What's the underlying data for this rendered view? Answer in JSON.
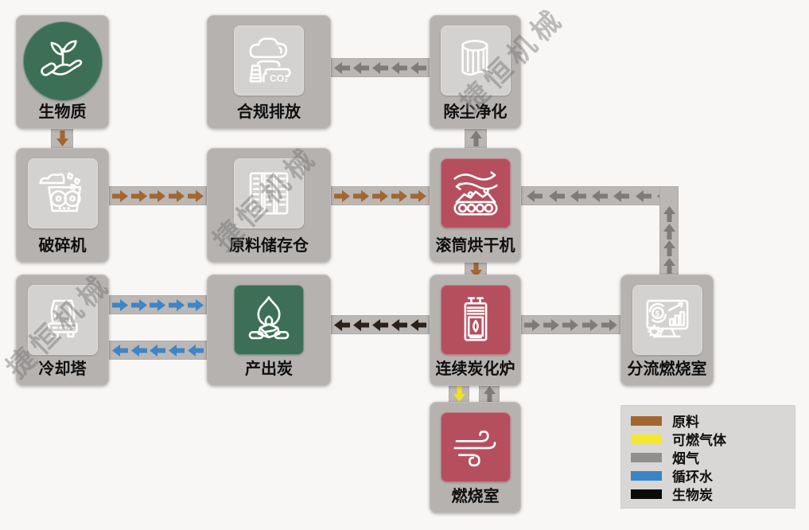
{
  "watermark": {
    "text": "捷恒机械"
  },
  "nodes": {
    "biomass": {
      "label": "生物质"
    },
    "crusher": {
      "label": "破碎机"
    },
    "emission": {
      "label": "合规排放"
    },
    "dust_removal": {
      "label": "除尘净化"
    },
    "storage": {
      "label": "原料储存仓"
    },
    "dryer": {
      "label": "滚筒烘干机"
    },
    "cooling_tower": {
      "label": "冷却塔"
    },
    "charcoal": {
      "label": "产出炭"
    },
    "carbonizer": {
      "label": "连续炭化炉"
    },
    "split_chamber": {
      "label": "分流燃烧室"
    },
    "combustion": {
      "label": "燃烧室"
    }
  },
  "legend": {
    "items": [
      {
        "label": "原料",
        "color": "#A2672F"
      },
      {
        "label": "可燃气体",
        "color": "#F5E62E"
      },
      {
        "label": "烟气",
        "color": "#8F8F8F"
      },
      {
        "label": "循环水",
        "color": "#3B84C4"
      },
      {
        "label": "生物炭",
        "color": "#0B0B0B"
      }
    ]
  },
  "flows": [
    {
      "from": "生物质",
      "to": "破碎机",
      "type": "原料"
    },
    {
      "from": "破碎机",
      "to": "原料储存仓",
      "type": "原料"
    },
    {
      "from": "原料储存仓",
      "to": "滚筒烘干机",
      "type": "原料"
    },
    {
      "from": "滚筒烘干机",
      "to": "连续炭化炉",
      "type": "原料"
    },
    {
      "from": "滚筒烘干机",
      "to": "除尘净化",
      "type": "烟气"
    },
    {
      "from": "除尘净化",
      "to": "合规排放",
      "type": "烟气"
    },
    {
      "from": "连续炭化炉",
      "to": "产出炭",
      "type": "生物炭"
    },
    {
      "from": "冷却塔",
      "to": "产出炭",
      "type": "循环水"
    },
    {
      "from": "产出炭",
      "to": "冷却塔",
      "type": "循环水"
    },
    {
      "from": "连续炭化炉",
      "to": "分流燃烧室",
      "type": "烟气"
    },
    {
      "from": "分流燃烧室",
      "to": "滚筒烘干机",
      "type": "烟气"
    },
    {
      "from": "连续炭化炉",
      "to": "燃烧室",
      "type": "可燃气体"
    },
    {
      "from": "燃烧室",
      "to": "连续炭化炉",
      "type": "烟气"
    }
  ],
  "colors": {
    "node_box_gray": "#B5B2B0",
    "node_green": "#3C6F56",
    "node_red": "#B54F5E",
    "pipe_gray": "#BAB7B5",
    "arrow_raw_material": "#A2672F",
    "arrow_combustible_gas": "#F0DF2B",
    "arrow_flue_gas": "#7E7C7A",
    "arrow_circulating_water": "#3D85C6",
    "arrow_biochar": "#2B211B",
    "background": "#F8F7F5"
  }
}
